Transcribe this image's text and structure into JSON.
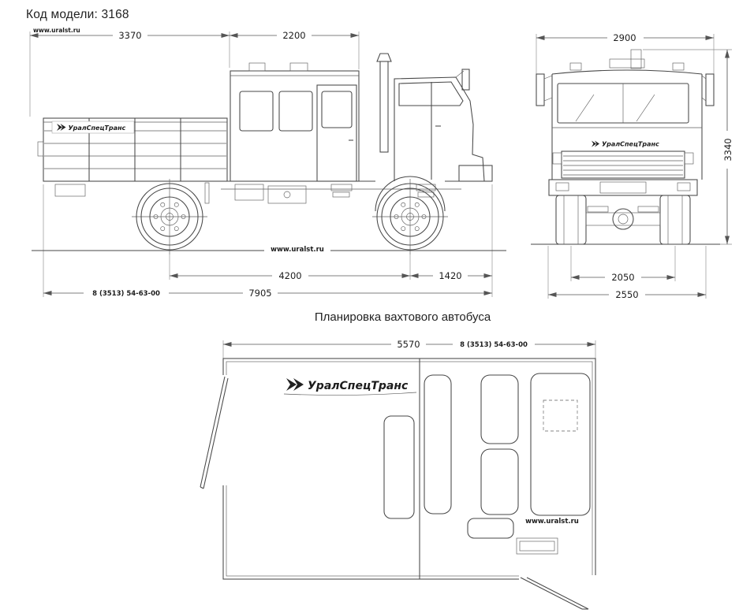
{
  "page": {
    "model_code": "Код модели: 3168",
    "plan_title": "Планировка вахтового автобуса"
  },
  "brand": {
    "name": "УралСпецТранс"
  },
  "contact": {
    "website": "www.uralst.ru",
    "phone": "8 (3513) 54-63-00"
  },
  "side_view": {
    "dim_bed_section": "3370",
    "dim_module_section": "2200",
    "dim_wheelbase": "4200",
    "dim_front_overhang": "1420",
    "dim_overall_length": "7905"
  },
  "front_view": {
    "dim_width_over_mirrors": "2900",
    "dim_overall_height": "3340",
    "dim_track": "2050",
    "dim_overall_width": "2550"
  },
  "plan_view": {
    "dim_salon_length": "5570"
  }
}
